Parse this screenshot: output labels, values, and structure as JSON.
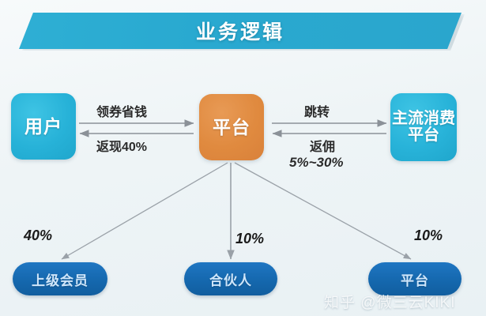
{
  "banner": {
    "title": "业务逻辑"
  },
  "nodes": {
    "user": {
      "label": "用户",
      "color": "#27b2d8"
    },
    "platform": {
      "label": "平台",
      "color": "#e08a3f"
    },
    "mainstream": {
      "label": "主流消费平台",
      "color": "#28b3d9"
    }
  },
  "pills": [
    {
      "label": "上级会员",
      "percent": "40%",
      "color": "#1568ae"
    },
    {
      "label": "合伙人",
      "percent": "10%",
      "color": "#1568ae"
    },
    {
      "label": "平台",
      "percent": "10%",
      "color": "#1568ae"
    }
  ],
  "edges": {
    "user_to_platform": "领券省钱",
    "platform_to_user": "返现40%",
    "platform_to_mainstream": "跳转",
    "mainstream_to_platform": "返佣",
    "mainstream_to_platform_range": "5%~30%"
  },
  "watermark": "知乎 @微三云KIKI"
}
